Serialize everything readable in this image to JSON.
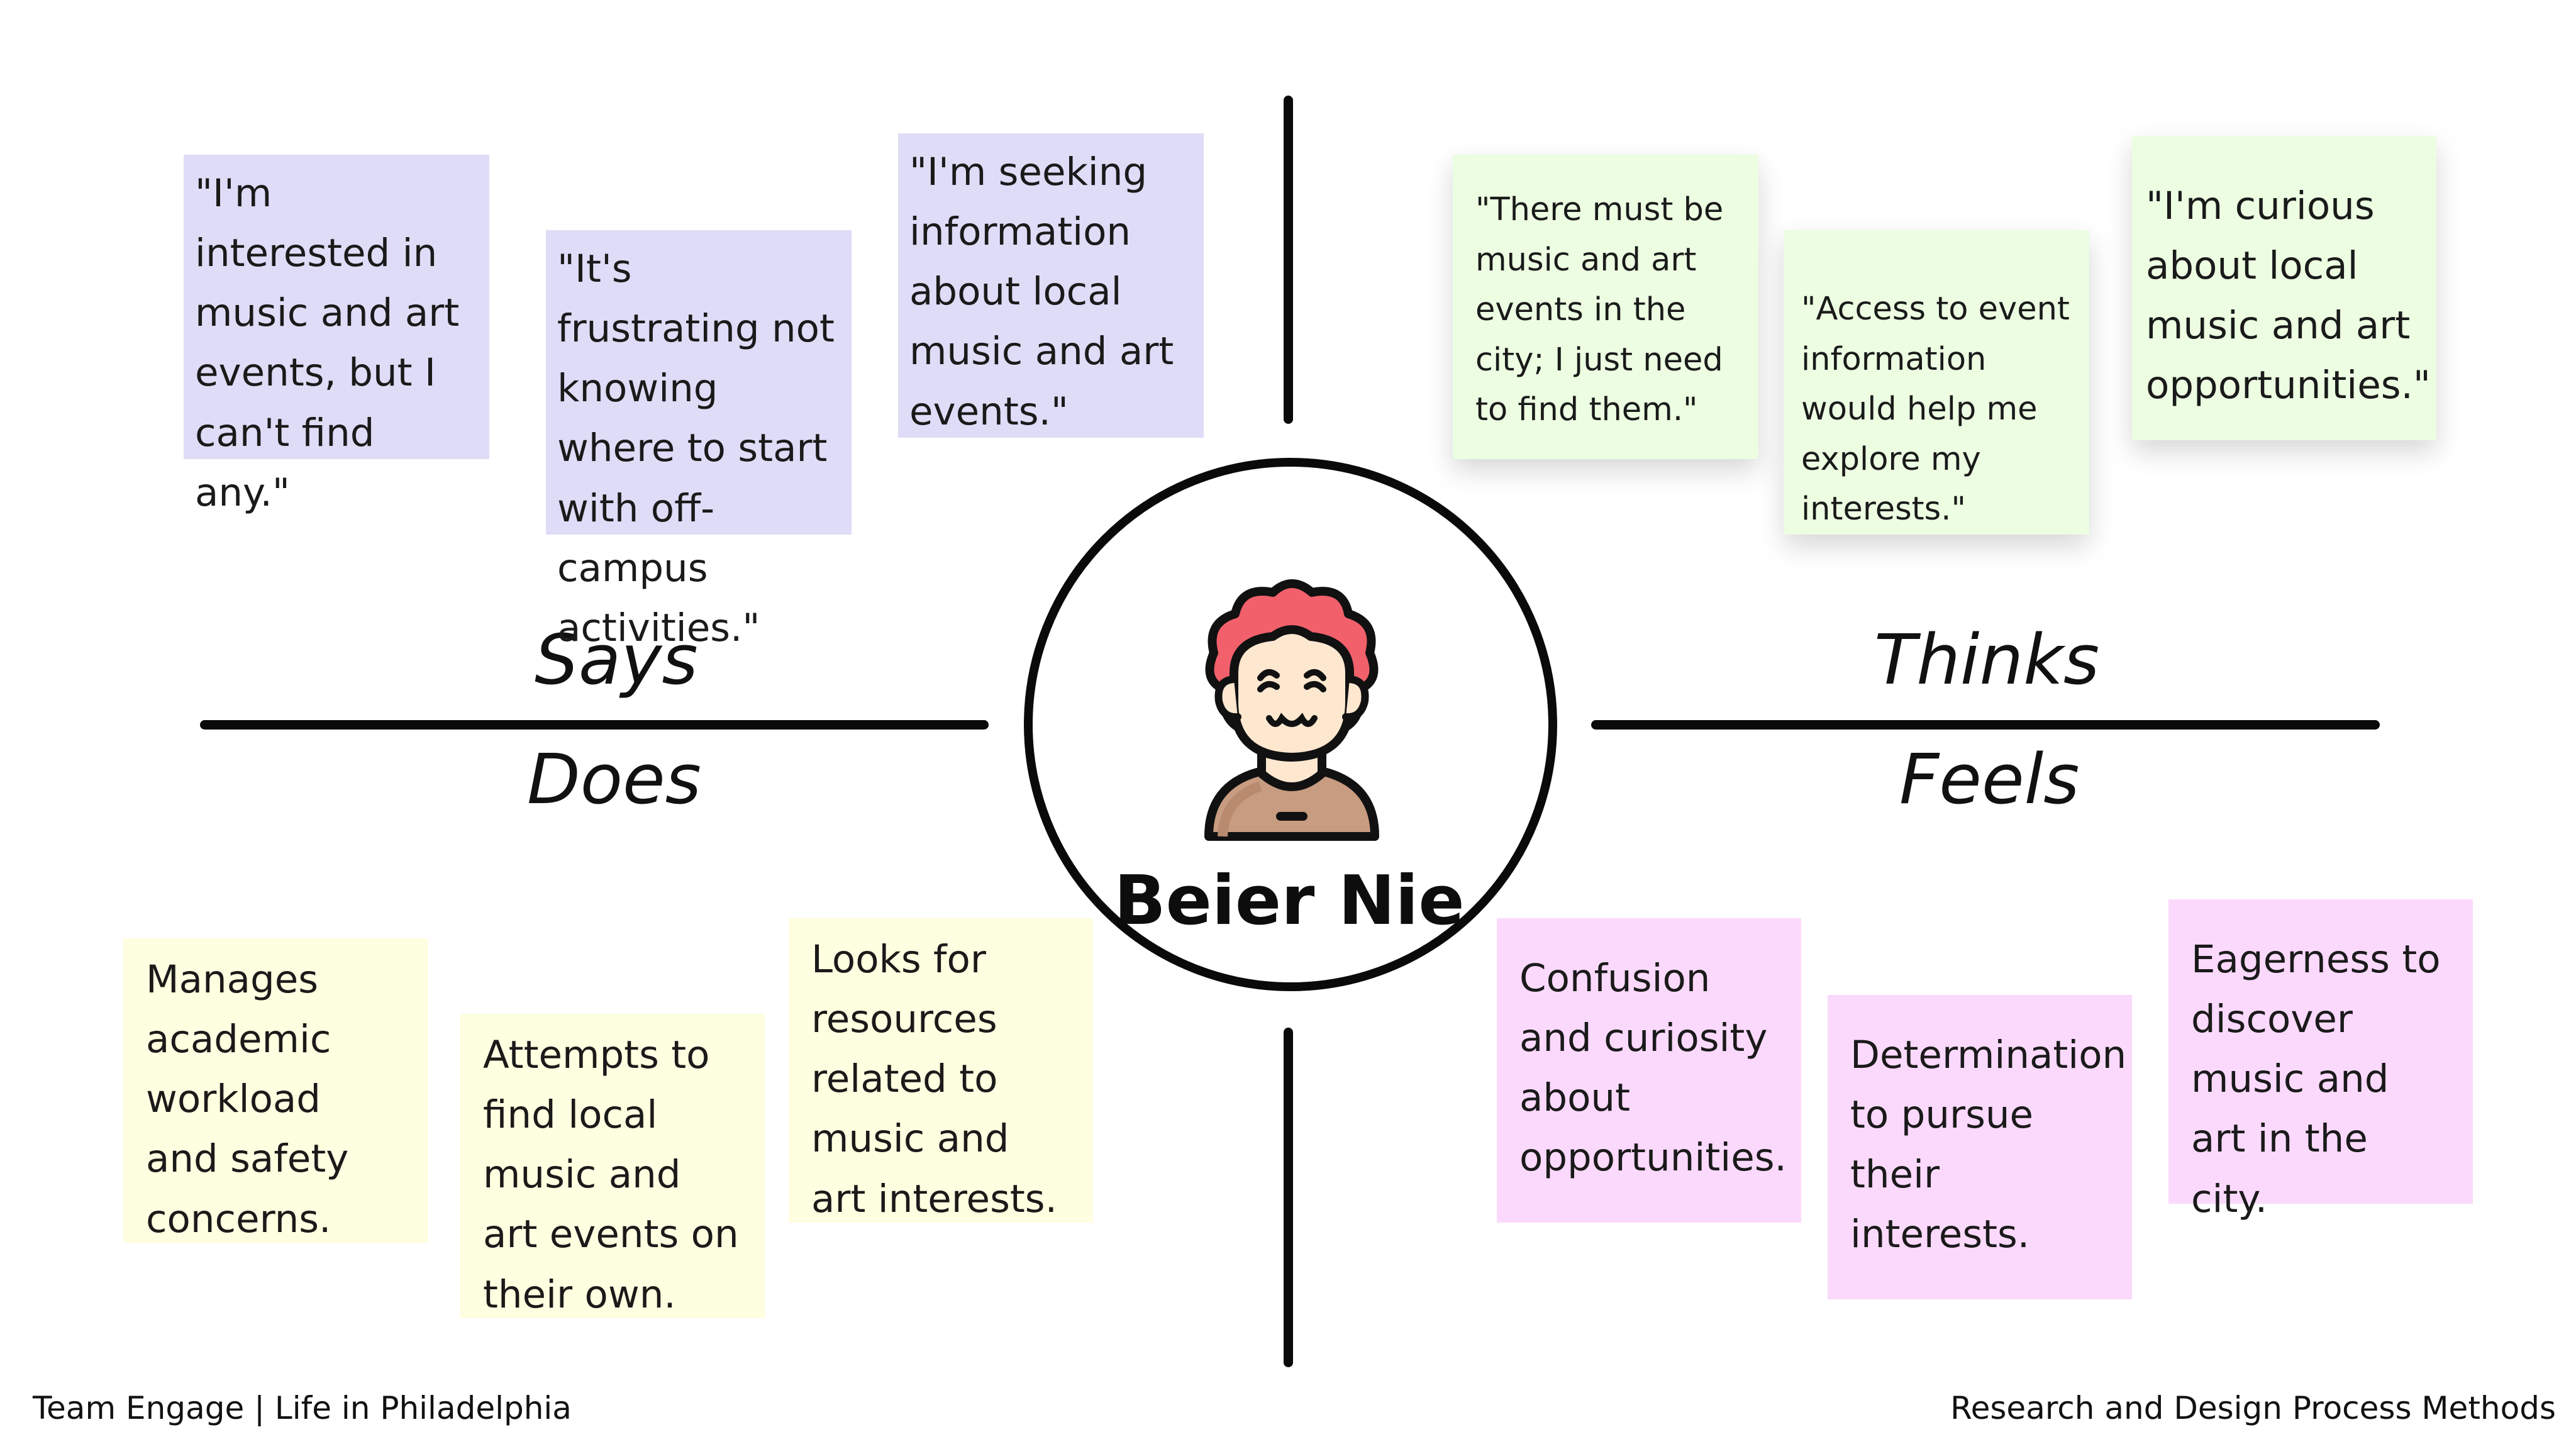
{
  "persona": {
    "name": "Beier Nie"
  },
  "quadrants": {
    "says": "Says",
    "thinks": "Thinks",
    "does": "Does",
    "feels": "Feels"
  },
  "says_notes": [
    "\"I'm interested in music and art events, but I can't find any.\"",
    "\"It's frustrating not knowing where to start with off-campus activities.\"",
    "\"I'm seeking information about local music and art events.\""
  ],
  "thinks_notes": [
    "\"There must be music and art events in the city; I just need to find them.\"",
    "\"Access to event information would help me explore my interests.\"",
    "\"I'm curious about local music and art opportunities.\""
  ],
  "does_notes": [
    "Manages academic workload and safety concerns.",
    "Attempts to find local music and art events on their own.",
    "Looks for resources related to music and art interests."
  ],
  "feels_notes": [
    "Confusion and curiosity about opportunities.",
    "Determination to pursue their interests.",
    "Eagerness to discover music and art in the city."
  ],
  "footer": {
    "left": "Team Engage | Life in Philadelphia",
    "right": "Research and Design Process Methods"
  },
  "colors": {
    "says": "#dedcf6",
    "thinks": "#ecfde2",
    "does": "#fefee0",
    "feels": "#fbd9fc",
    "hair": "#f2606b",
    "skin": "#fde7cf",
    "shirt": "#c89c80"
  },
  "icons": [
    "person-avatar-icon"
  ]
}
